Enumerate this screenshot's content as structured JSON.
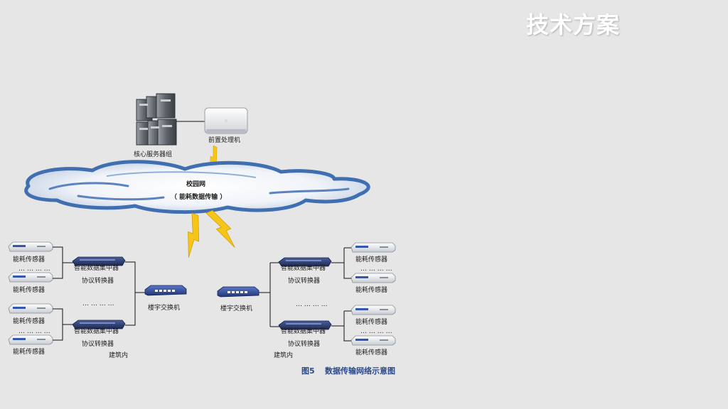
{
  "slide": {
    "title": "技术方案"
  },
  "diagram": {
    "server_group": "核心服务器组",
    "front_processor": "前置处理机",
    "campus_net": "校园网",
    "campus_net_sub": "（ 能耗数据传输 ）",
    "sensor": "能耗传感器",
    "ellipsis": "… … … …",
    "collector": "智能数据集中器",
    "converter": "协议转换器",
    "building_switch": "楼宇交换机",
    "in_building": "建筑内",
    "caption_num": "图5",
    "caption_text": "数据传输网络示意图"
  },
  "colors": {
    "cloud_blue": "#3f6fb0",
    "switch_blue": "#2d4a9a",
    "bolt_yellow": "#f5c518",
    "caption": "#2c4a8a"
  }
}
